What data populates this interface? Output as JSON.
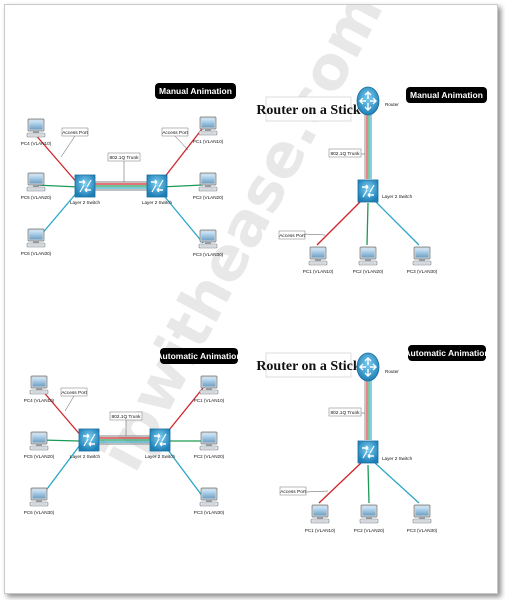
{
  "watermark": "ipwithease.com",
  "panels": {
    "manual_switch": {
      "title": "Manual Animation",
      "access_port": "Access Port",
      "trunk": "802.1Q Trunk",
      "switch_left": "Layer 2 Switch",
      "switch_right": "Layer 2 Switch",
      "pcs_left": [
        "PC4 (VLAN10)",
        "PC5 (VLAN20)",
        "PC6 (VLAN30)"
      ],
      "pcs_right": [
        "PC1 (VLAN10)",
        "PC2 (VLAN20)",
        "PC3 (VLAN30)"
      ]
    },
    "manual_router": {
      "title": "Manual Animation",
      "heading": "Router on a Stick",
      "router": "Router",
      "trunk": "802.1Q Trunk",
      "switch": "Layer 2 Switch",
      "access_port": "Access Port",
      "pcs": [
        "PC1 (VLAN10)",
        "PC2 (VLAN20)",
        "PC3 (VLAN30)"
      ]
    },
    "auto_switch": {
      "title": "Automatic Animation",
      "access_port": "Access Port",
      "trunk": "802.1Q Trunk",
      "switch_left": "Layer 2 Switch",
      "switch_right": "Layer 2 Switch",
      "pcs_left": [
        "PC4 (VLAN10)",
        "PC5 (VLAN20)",
        "PC6 (VLAN30)"
      ],
      "pcs_right": [
        "PC1 (VLAN10)",
        "PC2 (VLAN20)",
        "PC3 (VLAN30)"
      ]
    },
    "auto_router": {
      "title": "Automatic Animation",
      "heading": "Router on a Stick",
      "router": "Router",
      "trunk": "802.1Q Trunk",
      "switch": "Layer 2 Switch",
      "access_port": "Access Port",
      "pcs": [
        "PC1 (VLAN10)",
        "PC2 (VLAN20)",
        "PC3 (VLAN30)"
      ]
    }
  },
  "colors": {
    "vlan10": "#d2232a",
    "vlan20": "#1a9a55",
    "vlan30": "#2aa6c8",
    "trunk": "#9a9a9a",
    "device": "#3aa7d9",
    "pill": "#000000"
  }
}
